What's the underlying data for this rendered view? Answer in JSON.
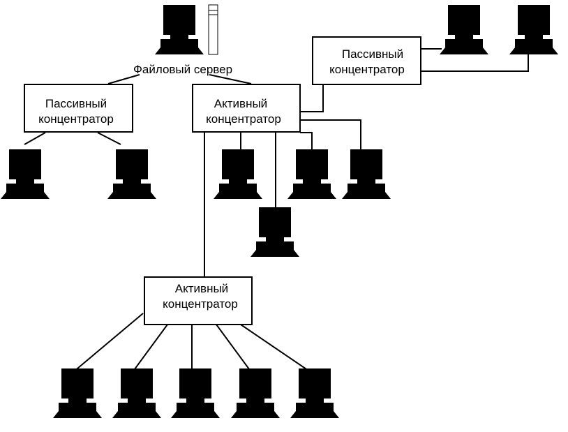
{
  "server": {
    "label": "Файловый сервер",
    "icon": "file-server-icon"
  },
  "hubs": [
    {
      "id": "passive-left",
      "line1": "Пассивный",
      "line2": "концентратор"
    },
    {
      "id": "active-top",
      "line1": "Активный",
      "line2": "концентратор"
    },
    {
      "id": "passive-right",
      "line1": "Пассивный",
      "line2": "концентратор"
    },
    {
      "id": "active-bottom",
      "line1": "Активный",
      "line2": "концентратор"
    }
  ],
  "workstation_icon": "computer-icon",
  "colors": {
    "line": "#000000",
    "background": "#ffffff"
  }
}
